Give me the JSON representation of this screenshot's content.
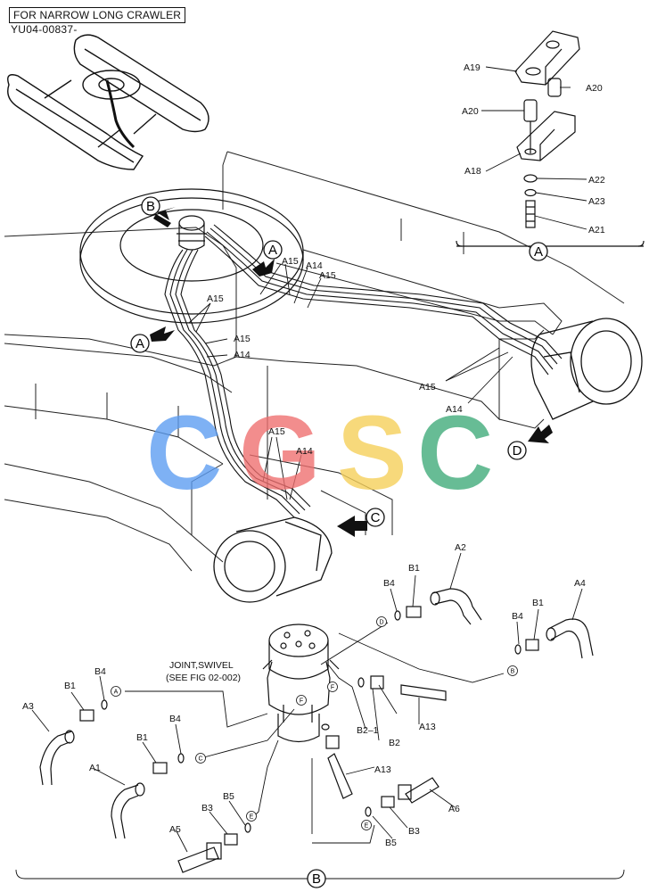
{
  "header": {
    "variant": "FOR NARROW LONG CRAWLER",
    "code": "YU04-00837-"
  },
  "joint_note": {
    "line1": "JOINT,SWIVEL",
    "line2": "(SEE FIG 02-002)"
  },
  "watermark": {
    "letters": [
      "C",
      "G",
      "S",
      "C"
    ],
    "colors": [
      "#5b9cf2",
      "#ef6e6e",
      "#f6cf57",
      "#3daa78"
    ]
  },
  "view_marks": {
    "a": "A",
    "b": "B",
    "c": "C",
    "d": "D"
  },
  "port_marks": {
    "a": "A",
    "b": "B",
    "c": "C",
    "d": "D",
    "e": "E",
    "f": "F"
  },
  "parts": {
    "a1": "A1",
    "a2": "A2",
    "a3": "A3",
    "a4": "A4",
    "a5": "A5",
    "a6": "A6",
    "a13": "A13",
    "a14": "A14",
    "a15": "A15",
    "a18": "A18",
    "a19": "A19",
    "a20": "A20",
    "a21": "A21",
    "a22": "A22",
    "a23": "A23",
    "b1": "B1",
    "b2": "B2",
    "b2_1": "B2–1",
    "b3": "B3",
    "b4": "B4",
    "b5": "B5"
  }
}
